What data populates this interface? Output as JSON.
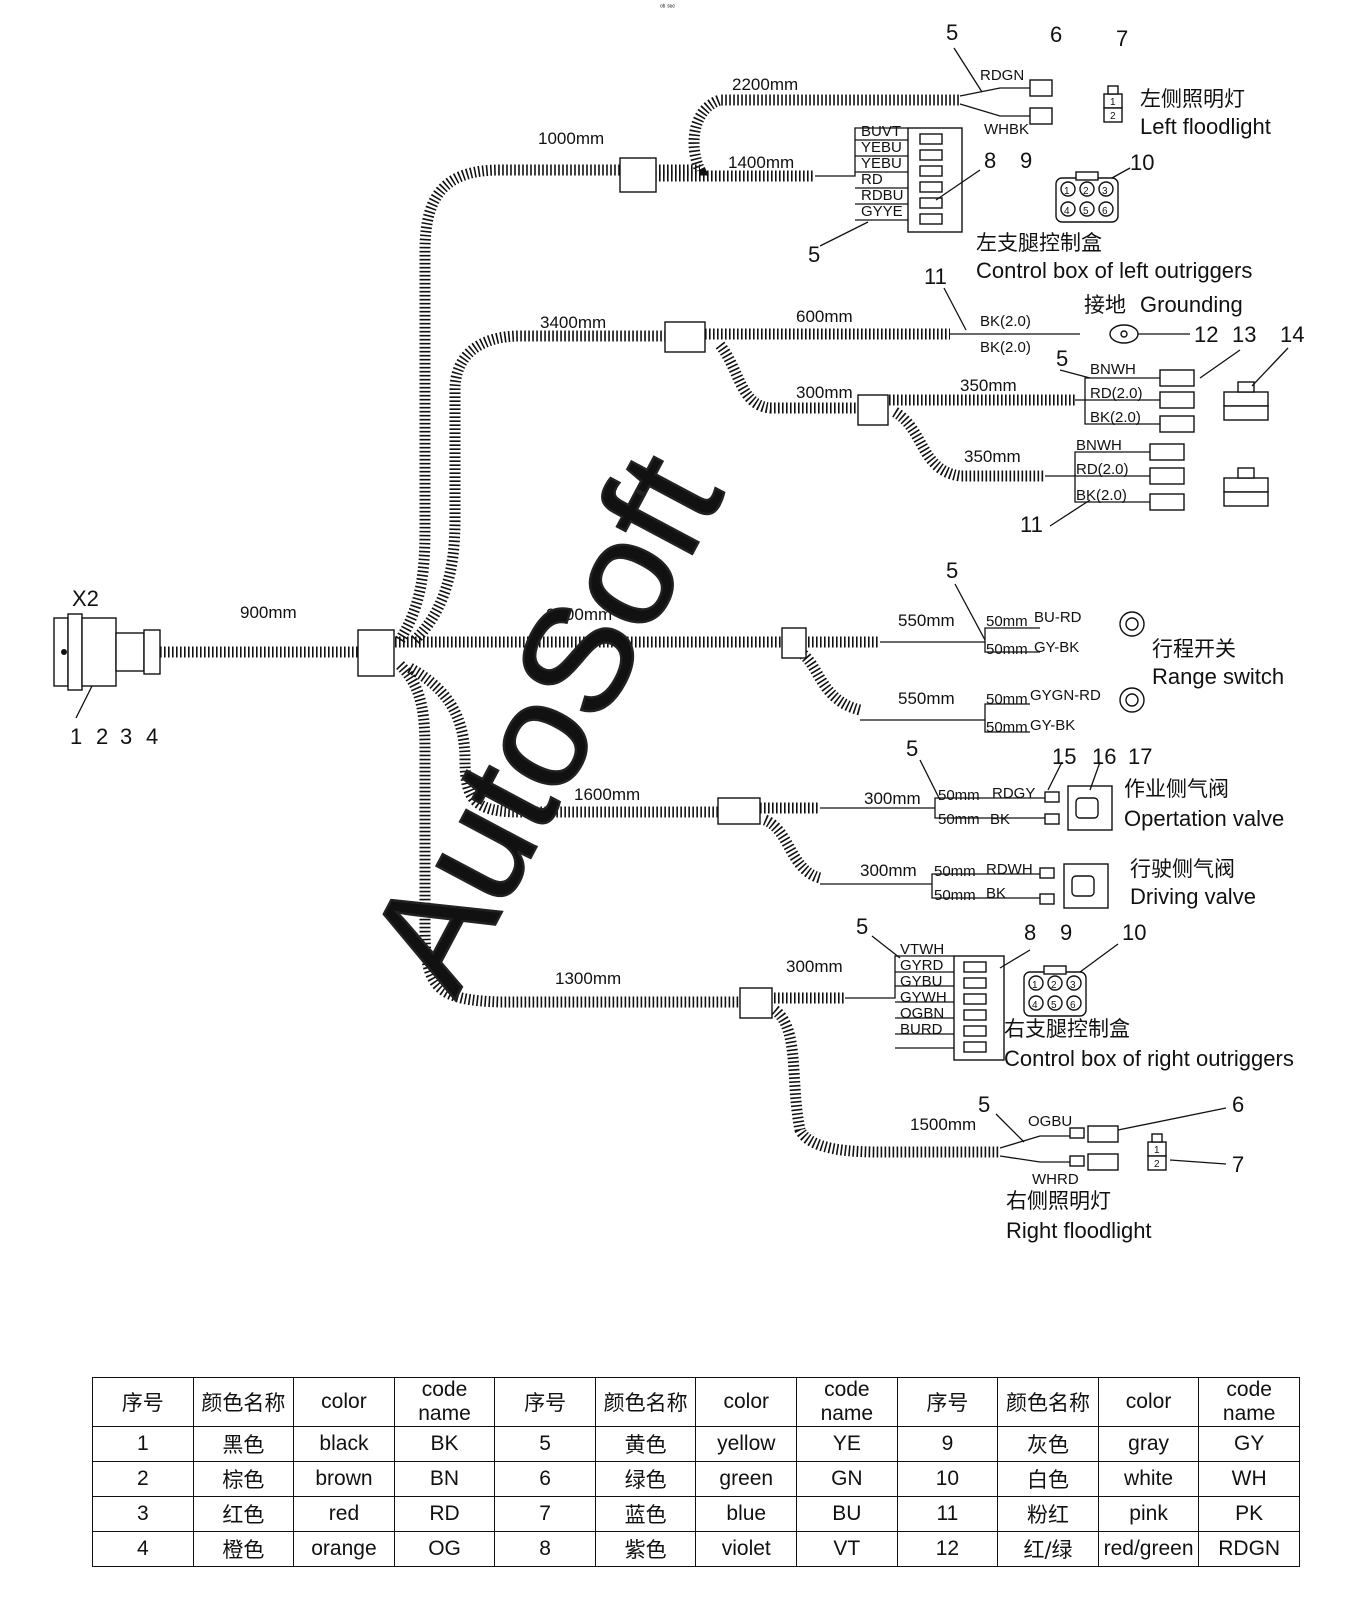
{
  "top_mark": "ᵒᵇ ˢᵉᵉ",
  "connector": {
    "name": "X2",
    "pins": [
      "1",
      "2",
      "3",
      "4"
    ]
  },
  "lengths": {
    "main": "900mm",
    "up_left": "1000mm",
    "floodlight_l": "2200mm",
    "ctrl_l": "1400mm",
    "upper": "3400mm",
    "ground": "600mm",
    "mid": "300mm",
    "mid_a": "350mm",
    "mid_b": "350mm",
    "range": "2100mm",
    "range_a": "550mm",
    "range_b": "550mm",
    "valve": "1600mm",
    "valve_op": "300mm",
    "valve_dr": "300mm",
    "lower": "1300mm",
    "ctrl_r": "300mm",
    "floodlight_r": "1500mm",
    "fifty": "50mm"
  },
  "wires": {
    "fl_l_1": "RDGN",
    "fl_l_2": "WHBK",
    "ctrl_l": [
      "BUVT",
      "YEBU",
      "YEBU",
      "RD",
      "RDBU",
      "GYYE"
    ],
    "ground_1": "BK(2.0)",
    "ground_2": "BK(2.0)",
    "mid_a": [
      "BNWH",
      "RD(2.0)",
      "BK(2.0)"
    ],
    "mid_b": [
      "BNWH",
      "RD(2.0)",
      "BK(2.0)"
    ],
    "range_a1": "BU-RD",
    "range_a2": "GY-BK",
    "range_b1": "GYGN-RD",
    "range_b2": "GY-BK",
    "op_1": "RDGY",
    "op_2": "BK",
    "dr_1": "RDWH",
    "dr_2": "BK",
    "ctrl_r": [
      "VTWH",
      "GYRD",
      "GYBU",
      "GYWH",
      "OGBN",
      "BURD"
    ],
    "fl_r_1": "OGBU",
    "fl_r_2": "WHRD"
  },
  "callouts": {
    "n5": "5",
    "n6": "6",
    "n7": "7",
    "n8": "8",
    "n9": "9",
    "n10": "10",
    "n11": "11",
    "n12": "12",
    "n13": "13",
    "n14": "14",
    "n15": "15",
    "n16": "16",
    "n17": "17",
    "pin1": "1",
    "pin2": "2",
    "pin3": "3",
    "pin4": "4",
    "pin5": "5",
    "pin6": "6"
  },
  "labels": {
    "left_floodlight_cn": "左侧照明灯",
    "left_floodlight_en": "Left floodlight",
    "ctrl_left_cn": "左支腿控制盒",
    "ctrl_left_en": "Control box of left outriggers",
    "ground_cn": "接地",
    "ground_en": "Grounding",
    "range_cn": "行程开关",
    "range_en": "Range switch",
    "op_cn": "作业侧气阀",
    "op_en": "Opertation valve",
    "dr_cn": "行驶侧气阀",
    "dr_en": "Driving valve",
    "ctrl_right_cn": "右支腿控制盒",
    "ctrl_right_en": "Control box of right outriggers",
    "right_floodlight_cn": "右侧照明灯",
    "right_floodlight_en": "Right floodlight"
  },
  "watermark": "AutoSoft",
  "legend": {
    "header": [
      "序号",
      "颜色名称",
      "color",
      "code name",
      "序号",
      "颜色名称",
      "color",
      "code name",
      "序号",
      "颜色名称",
      "color",
      "code name"
    ],
    "rows": [
      [
        "1",
        "黑色",
        "black",
        "BK",
        "5",
        "黄色",
        "yellow",
        "YE",
        "9",
        "灰色",
        "gray",
        "GY"
      ],
      [
        "2",
        "棕色",
        "brown",
        "BN",
        "6",
        "绿色",
        "green",
        "GN",
        "10",
        "白色",
        "white",
        "WH"
      ],
      [
        "3",
        "红色",
        "red",
        "RD",
        "7",
        "蓝色",
        "blue",
        "BU",
        "11",
        "粉红",
        "pink",
        "PK"
      ],
      [
        "4",
        "橙色",
        "orange",
        "OG",
        "8",
        "紫色",
        "violet",
        "VT",
        "12",
        "红/绿",
        "red/green",
        "RDGN"
      ]
    ]
  }
}
